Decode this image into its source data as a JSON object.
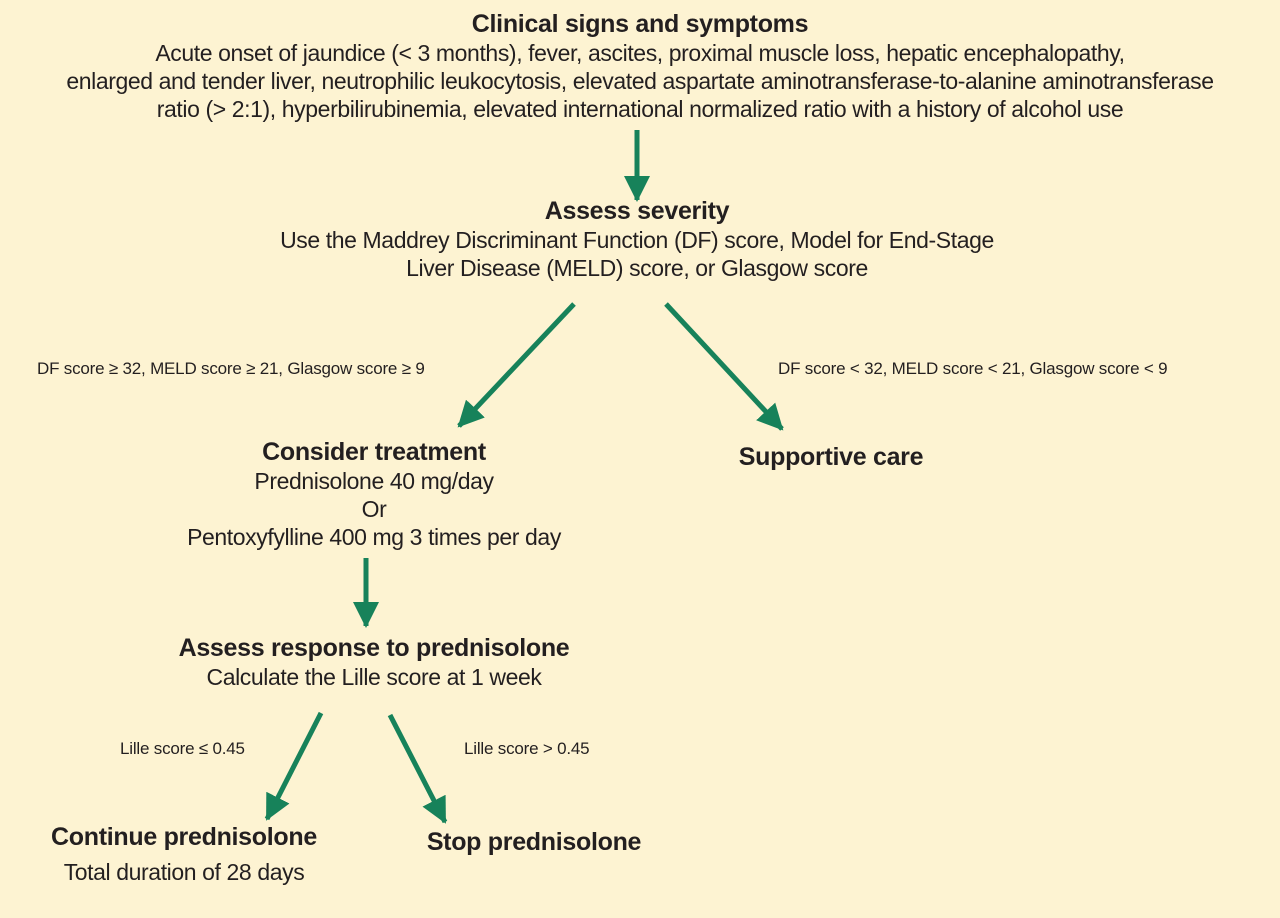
{
  "nodes": {
    "clinical": {
      "title": "Clinical signs and symptoms",
      "lines": [
        "Acute onset of jaundice (< 3 months), fever, ascites, proximal muscle loss, hepatic encephalopathy,",
        "enlarged and tender liver, neutrophilic leukocytosis, elevated aspartate aminotransferase-to-alanine aminotransferase",
        "ratio (> 2:1), hyperbilirubinemia, elevated international normalized ratio with a history of alcohol use"
      ]
    },
    "severity": {
      "title": "Assess severity",
      "lines": [
        "Use the Maddrey Discriminant Function (DF) score, Model for End-Stage",
        "Liver Disease (MELD) score, or Glasgow score"
      ]
    },
    "treatment": {
      "title": "Consider treatment",
      "lines": [
        "Prednisolone 40 mg/day",
        "Or",
        "Pentoxyfylline 400 mg 3 times per day"
      ]
    },
    "supportive": {
      "title": "Supportive care"
    },
    "response": {
      "title": "Assess response to prednisolone",
      "lines": [
        "Calculate the Lille score at 1 week"
      ]
    },
    "continue": {
      "title": "Continue prednisolone",
      "lines": [
        "Total duration of 28 days"
      ]
    },
    "stop": {
      "title": "Stop prednisolone"
    }
  },
  "conditions": {
    "severe": "DF score ≥ 32, MELD score ≥ 21, Glasgow score ≥ 9",
    "mild": "DF score < 32, MELD score < 21, Glasgow score < 9",
    "lille_low": "Lille score ≤ 0.45",
    "lille_high": "Lille score > 0.45"
  },
  "colors": {
    "background": "#fdf3d2",
    "arrow": "#17825a",
    "text": "#231f20"
  }
}
